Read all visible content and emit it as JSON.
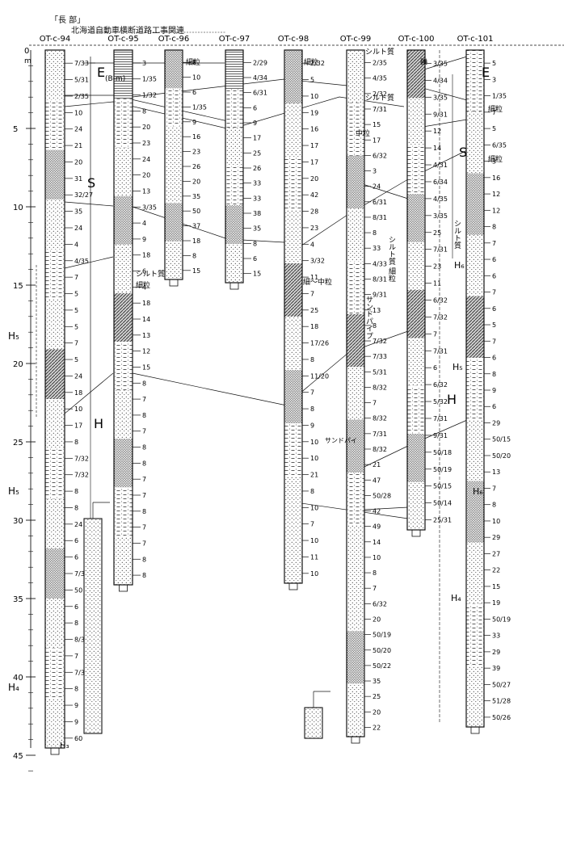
{
  "header": {
    "reference_label": "「長 部」",
    "subtitle": "北海道自動車横断道路工事関連"
  },
  "depth_axis": {
    "unit": "m",
    "top_label": "0",
    "ticks": [
      "5",
      "10",
      "15",
      "20",
      "25",
      "30",
      "35",
      "40",
      "45"
    ]
  },
  "boreholes": [
    {
      "name": "OT-c-94",
      "n_values": [
        "7/33",
        "5/31",
        "2/35",
        "10",
        "24",
        "21",
        "20",
        "31",
        "32/27",
        "35",
        "24",
        "4",
        "4/35",
        "7",
        "5",
        "5",
        "5",
        "7",
        "5",
        "24",
        "18",
        "10",
        "17",
        "8",
        "7/32",
        "7/32",
        "8",
        "8",
        "24",
        "6",
        "6",
        "7/32",
        "50",
        "6",
        "8",
        "8/31",
        "7",
        "7/32",
        "8",
        "9",
        "9",
        "60"
      ]
    },
    {
      "name": "OT-c-95",
      "n_values": [
        "3",
        "1/35",
        "1/32",
        "8",
        "20",
        "23",
        "24",
        "20",
        "13",
        "3/35",
        "4",
        "9",
        "18",
        "6",
        "4",
        "18",
        "14",
        "13",
        "12",
        "15",
        "8",
        "7",
        "8",
        "7",
        "8",
        "8",
        "7",
        "7",
        "8",
        "7",
        "7",
        "8",
        "8"
      ]
    },
    {
      "name": "OT-c-96",
      "n_values": [
        "8",
        "10",
        "6",
        "1/35",
        "9",
        "16",
        "23",
        "26",
        "20",
        "35",
        "50",
        "37",
        "18",
        "8",
        "15"
      ]
    },
    {
      "name": "OT-c-97",
      "n_values": [
        "2/29",
        "4/34",
        "6/31",
        "6",
        "9",
        "17",
        "25",
        "26",
        "33",
        "33",
        "38",
        "35",
        "8",
        "6",
        "15"
      ]
    },
    {
      "name": "OT-c-98",
      "n_values": [
        "2/32",
        "5",
        "10",
        "19",
        "16",
        "17",
        "17",
        "20",
        "42",
        "28",
        "23",
        "4",
        "3/32",
        "11",
        "7",
        "25",
        "18",
        "17/26",
        "8",
        "11/20",
        "7",
        "8",
        "9",
        "10",
        "10",
        "21",
        "8",
        "10",
        "7",
        "10",
        "11",
        "10"
      ]
    },
    {
      "name": "OT-c-99",
      "n_values": [
        "2/35",
        "4/35",
        "2/32",
        "7/31",
        "15",
        "17",
        "6/32",
        "3",
        "24",
        "6/31",
        "8/31",
        "8",
        "33",
        "4/33",
        "8/31",
        "9/31",
        "13",
        "8",
        "7/32",
        "7/33",
        "5/31",
        "8/32",
        "7",
        "8/32",
        "7/31",
        "8/32",
        "21",
        "47",
        "50/28",
        "42",
        "49",
        "14",
        "10",
        "8",
        "7",
        "6/32",
        "20",
        "50/19",
        "50/20",
        "50/22",
        "35",
        "25",
        "20",
        "22"
      ]
    },
    {
      "name": "OT-c-100",
      "n_values": [
        "3/35",
        "4/34",
        "3/35",
        "9/31",
        "12",
        "14",
        "4/31",
        "6/34",
        "4/35",
        "3/35",
        "25",
        "7/31",
        "23",
        "11",
        "6/32",
        "7/32",
        "7",
        "7/31",
        "6",
        "6/32",
        "5/32",
        "7/31",
        "9/31",
        "50/18",
        "50/19",
        "50/15",
        "50/14",
        "25/31"
      ]
    },
    {
      "name": "OT-c-101",
      "n_values": [
        "5",
        "3",
        "1/35",
        "7",
        "5",
        "6/35",
        "3",
        "16",
        "12",
        "12",
        "8",
        "7",
        "6",
        "6",
        "7",
        "6",
        "5",
        "7",
        "6",
        "8",
        "9",
        "6",
        "29",
        "50/15",
        "50/20",
        "13",
        "7",
        "8",
        "10",
        "29",
        "27",
        "22",
        "15",
        "19",
        "50/19",
        "33",
        "29",
        "39",
        "50/27",
        "51/28",
        "50/26"
      ]
    }
  ],
  "soil_labels": {
    "silt": "シルト質",
    "fine_sand": "細粒",
    "gravel": "礫",
    "fine_medium": "細～中粒",
    "silt_sand": "シルト質 細粒",
    "sandpipe": "サンドパイプ",
    "silt_lens": "シルト質",
    "sandpipe_small": "サンドパイ",
    "medium": "中粒"
  },
  "strata_labels": [
    "E",
    "E",
    "S",
    "S",
    "H",
    "H",
    "H₆",
    "H₅",
    "H₅",
    "H₆",
    "H₅",
    "H₄",
    "H₄",
    "H₃",
    "(B-m)"
  ],
  "colors": {
    "ink": "#111111",
    "paper": "#ffffff",
    "fill": "#d6d6d6",
    "dark": "#5a5a5a"
  }
}
